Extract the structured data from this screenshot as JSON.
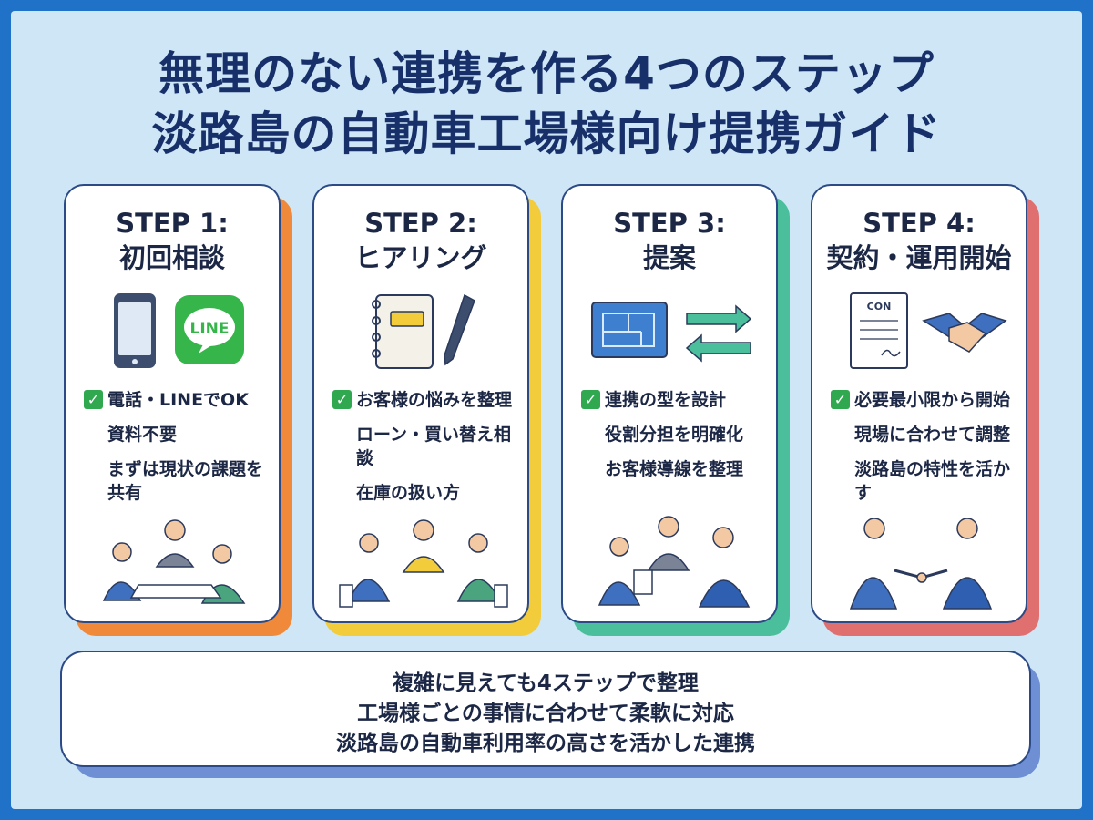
{
  "title": {
    "line1": "無理のない連携を作る4つのステップ",
    "line2": "淡路島の自動車工場様向け提携ガイド"
  },
  "steps": [
    {
      "label": "STEP 1:",
      "name": "初回相談",
      "items": [
        "電話・LINEでOK",
        "資料不要",
        "まずは現状の課題を共有"
      ],
      "icons": [
        "smartphone-icon",
        "line-app-icon"
      ],
      "logo_text": "LINE",
      "accent": "#f08a3a"
    },
    {
      "label": "STEP 2:",
      "name": "ヒアリング",
      "items": [
        "お客様の悩みを整理",
        "ローン・買い替え相談",
        "在庫の扱い方"
      ],
      "icons": [
        "notebook-icon",
        "pen-icon"
      ],
      "accent": "#f2cc3b"
    },
    {
      "label": "STEP 3:",
      "name": "提案",
      "items": [
        "連携の型を設計",
        "役割分担を明確化",
        "お客様導線を整理"
      ],
      "icons": [
        "blueprint-icon",
        "exchange-arrows-icon"
      ],
      "accent": "#4bbf9c"
    },
    {
      "label": "STEP 4:",
      "name": "契約・運用開始",
      "items": [
        "必要最小限から開始",
        "現場に合わせて調整",
        "淡路島の特性を活かす"
      ],
      "icons": [
        "contract-icon",
        "handshake-icon"
      ],
      "doc_text": "CON",
      "accent": "#e07070"
    }
  ],
  "summary": [
    "複雑に見えても4ステップで整理",
    "工場様ごとの事情に合わせて柔軟に対応",
    "淡路島の自動車利用率の高さを活かした連携"
  ],
  "colors": {
    "navy": "#1b2744",
    "check": "#2fa84f",
    "frame": "#1f72c8",
    "background": "#cfe6f7"
  }
}
